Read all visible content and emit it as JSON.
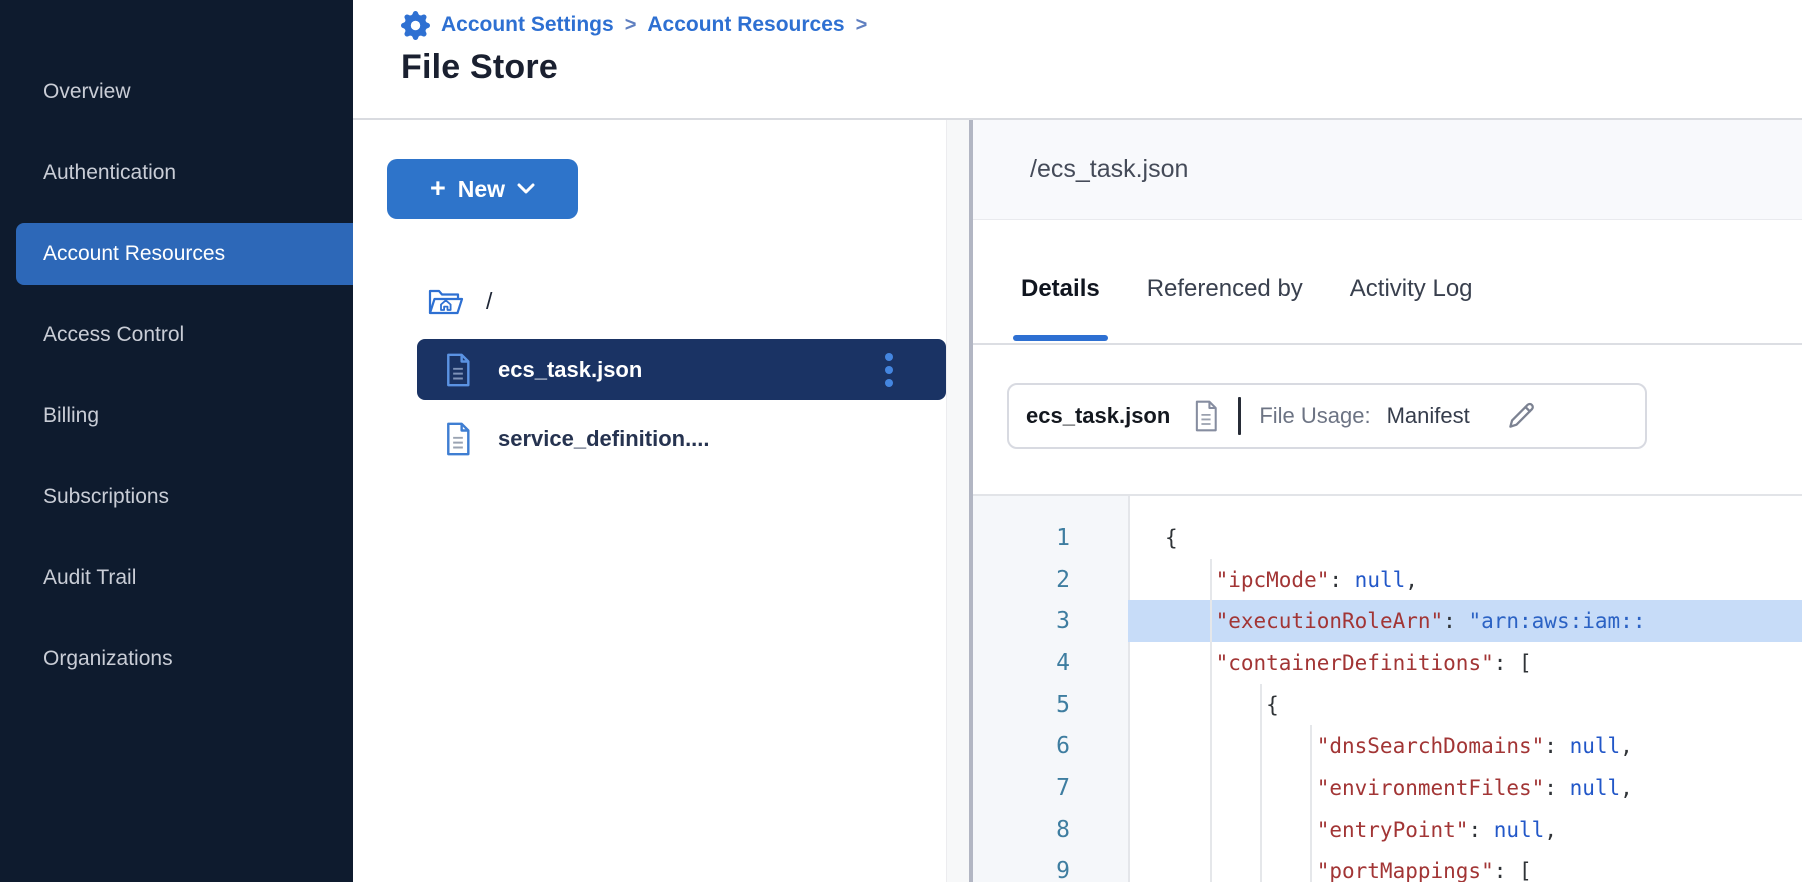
{
  "colors": {
    "accent_blue": "#2e70d2",
    "sidebar_bg": "#0e1b2e",
    "sidebar_text": "#c9cdd6",
    "sidebar_active_bg": "#2d68b8",
    "selected_row_bg": "#1a3364",
    "new_button_bg": "#2e74ca",
    "code_key": "#a23535",
    "code_string": "#2b62c4",
    "code_null": "#2257c8",
    "code_line_number": "#3e7da0",
    "code_highlight_bg": "#c7dcf8",
    "title_strip_bg": "#f8f9fc"
  },
  "sidebar": {
    "items": [
      {
        "label": "Overview",
        "active": false
      },
      {
        "label": "Authentication",
        "active": false
      },
      {
        "label": "Account Resources",
        "active": true
      },
      {
        "label": "Access Control",
        "active": false
      },
      {
        "label": "Billing",
        "active": false
      },
      {
        "label": "Subscriptions",
        "active": false
      },
      {
        "label": "Audit Trail",
        "active": false
      },
      {
        "label": "Organizations",
        "active": false
      }
    ]
  },
  "breadcrumb": {
    "items": [
      "Account Settings",
      "Account Resources"
    ],
    "separator": ">"
  },
  "page": {
    "title": "File Store"
  },
  "file_panel": {
    "new_button_plus": "+",
    "new_button_label": "New",
    "root_label": "/",
    "files": [
      {
        "name": "ecs_task.json",
        "selected": true,
        "menu": true
      },
      {
        "name": "service_definition....",
        "selected": false,
        "menu": false
      }
    ]
  },
  "details_panel": {
    "path_title": "/ecs_task.json",
    "tabs": [
      {
        "label": "Details",
        "active": true
      },
      {
        "label": "Referenced by",
        "active": false
      },
      {
        "label": "Activity Log",
        "active": false
      }
    ],
    "file_card": {
      "filename": "ecs_task.json",
      "usage_label": "File Usage:",
      "usage_value": "Manifest"
    },
    "code": {
      "lines": [
        {
          "num": 1,
          "indent": 0,
          "hl": false,
          "segments": [
            {
              "t": "{",
              "c": "punct"
            }
          ]
        },
        {
          "num": 2,
          "indent": 4,
          "hl": false,
          "segments": [
            {
              "t": "    ",
              "c": "punct"
            },
            {
              "t": "\"ipcMode\"",
              "c": "key"
            },
            {
              "t": ": ",
              "c": "punct"
            },
            {
              "t": "null",
              "c": "null"
            },
            {
              "t": ",",
              "c": "punct"
            }
          ]
        },
        {
          "num": 3,
          "indent": 4,
          "hl": true,
          "segments": [
            {
              "t": "    ",
              "c": "punct"
            },
            {
              "t": "\"executionRoleArn\"",
              "c": "key"
            },
            {
              "t": ": ",
              "c": "punct"
            },
            {
              "t": "\"arn:aws:iam::",
              "c": "string"
            }
          ]
        },
        {
          "num": 4,
          "indent": 4,
          "hl": false,
          "segments": [
            {
              "t": "    ",
              "c": "punct"
            },
            {
              "t": "\"containerDefinitions\"",
              "c": "key"
            },
            {
              "t": ": [",
              "c": "punct"
            }
          ]
        },
        {
          "num": 5,
          "indent": 8,
          "hl": false,
          "segments": [
            {
              "t": "        {",
              "c": "punct"
            }
          ]
        },
        {
          "num": 6,
          "indent": 12,
          "hl": false,
          "segments": [
            {
              "t": "            ",
              "c": "punct"
            },
            {
              "t": "\"dnsSearchDomains\"",
              "c": "key"
            },
            {
              "t": ": ",
              "c": "punct"
            },
            {
              "t": "null",
              "c": "null"
            },
            {
              "t": ",",
              "c": "punct"
            }
          ]
        },
        {
          "num": 7,
          "indent": 12,
          "hl": false,
          "segments": [
            {
              "t": "            ",
              "c": "punct"
            },
            {
              "t": "\"environmentFiles\"",
              "c": "key"
            },
            {
              "t": ": ",
              "c": "punct"
            },
            {
              "t": "null",
              "c": "null"
            },
            {
              "t": ",",
              "c": "punct"
            }
          ]
        },
        {
          "num": 8,
          "indent": 12,
          "hl": false,
          "segments": [
            {
              "t": "            ",
              "c": "punct"
            },
            {
              "t": "\"entryPoint\"",
              "c": "key"
            },
            {
              "t": ": ",
              "c": "punct"
            },
            {
              "t": "null",
              "c": "null"
            },
            {
              "t": ",",
              "c": "punct"
            }
          ]
        },
        {
          "num": 9,
          "indent": 12,
          "hl": false,
          "segments": [
            {
              "t": "            ",
              "c": "punct"
            },
            {
              "t": "\"portMappings\"",
              "c": "key"
            },
            {
              "t": ": [",
              "c": "punct"
            }
          ]
        }
      ]
    }
  },
  "icons": {
    "breadcrumb_icon": "gear-icon",
    "new_button_icon": "chevron-down-icon",
    "root_icon": "folder-home-icon",
    "file_icon": "document-icon",
    "row_menu_icon": "kebab-menu-icon",
    "card_file_icon": "document-icon",
    "usage_edit_icon": "pencil-icon"
  }
}
